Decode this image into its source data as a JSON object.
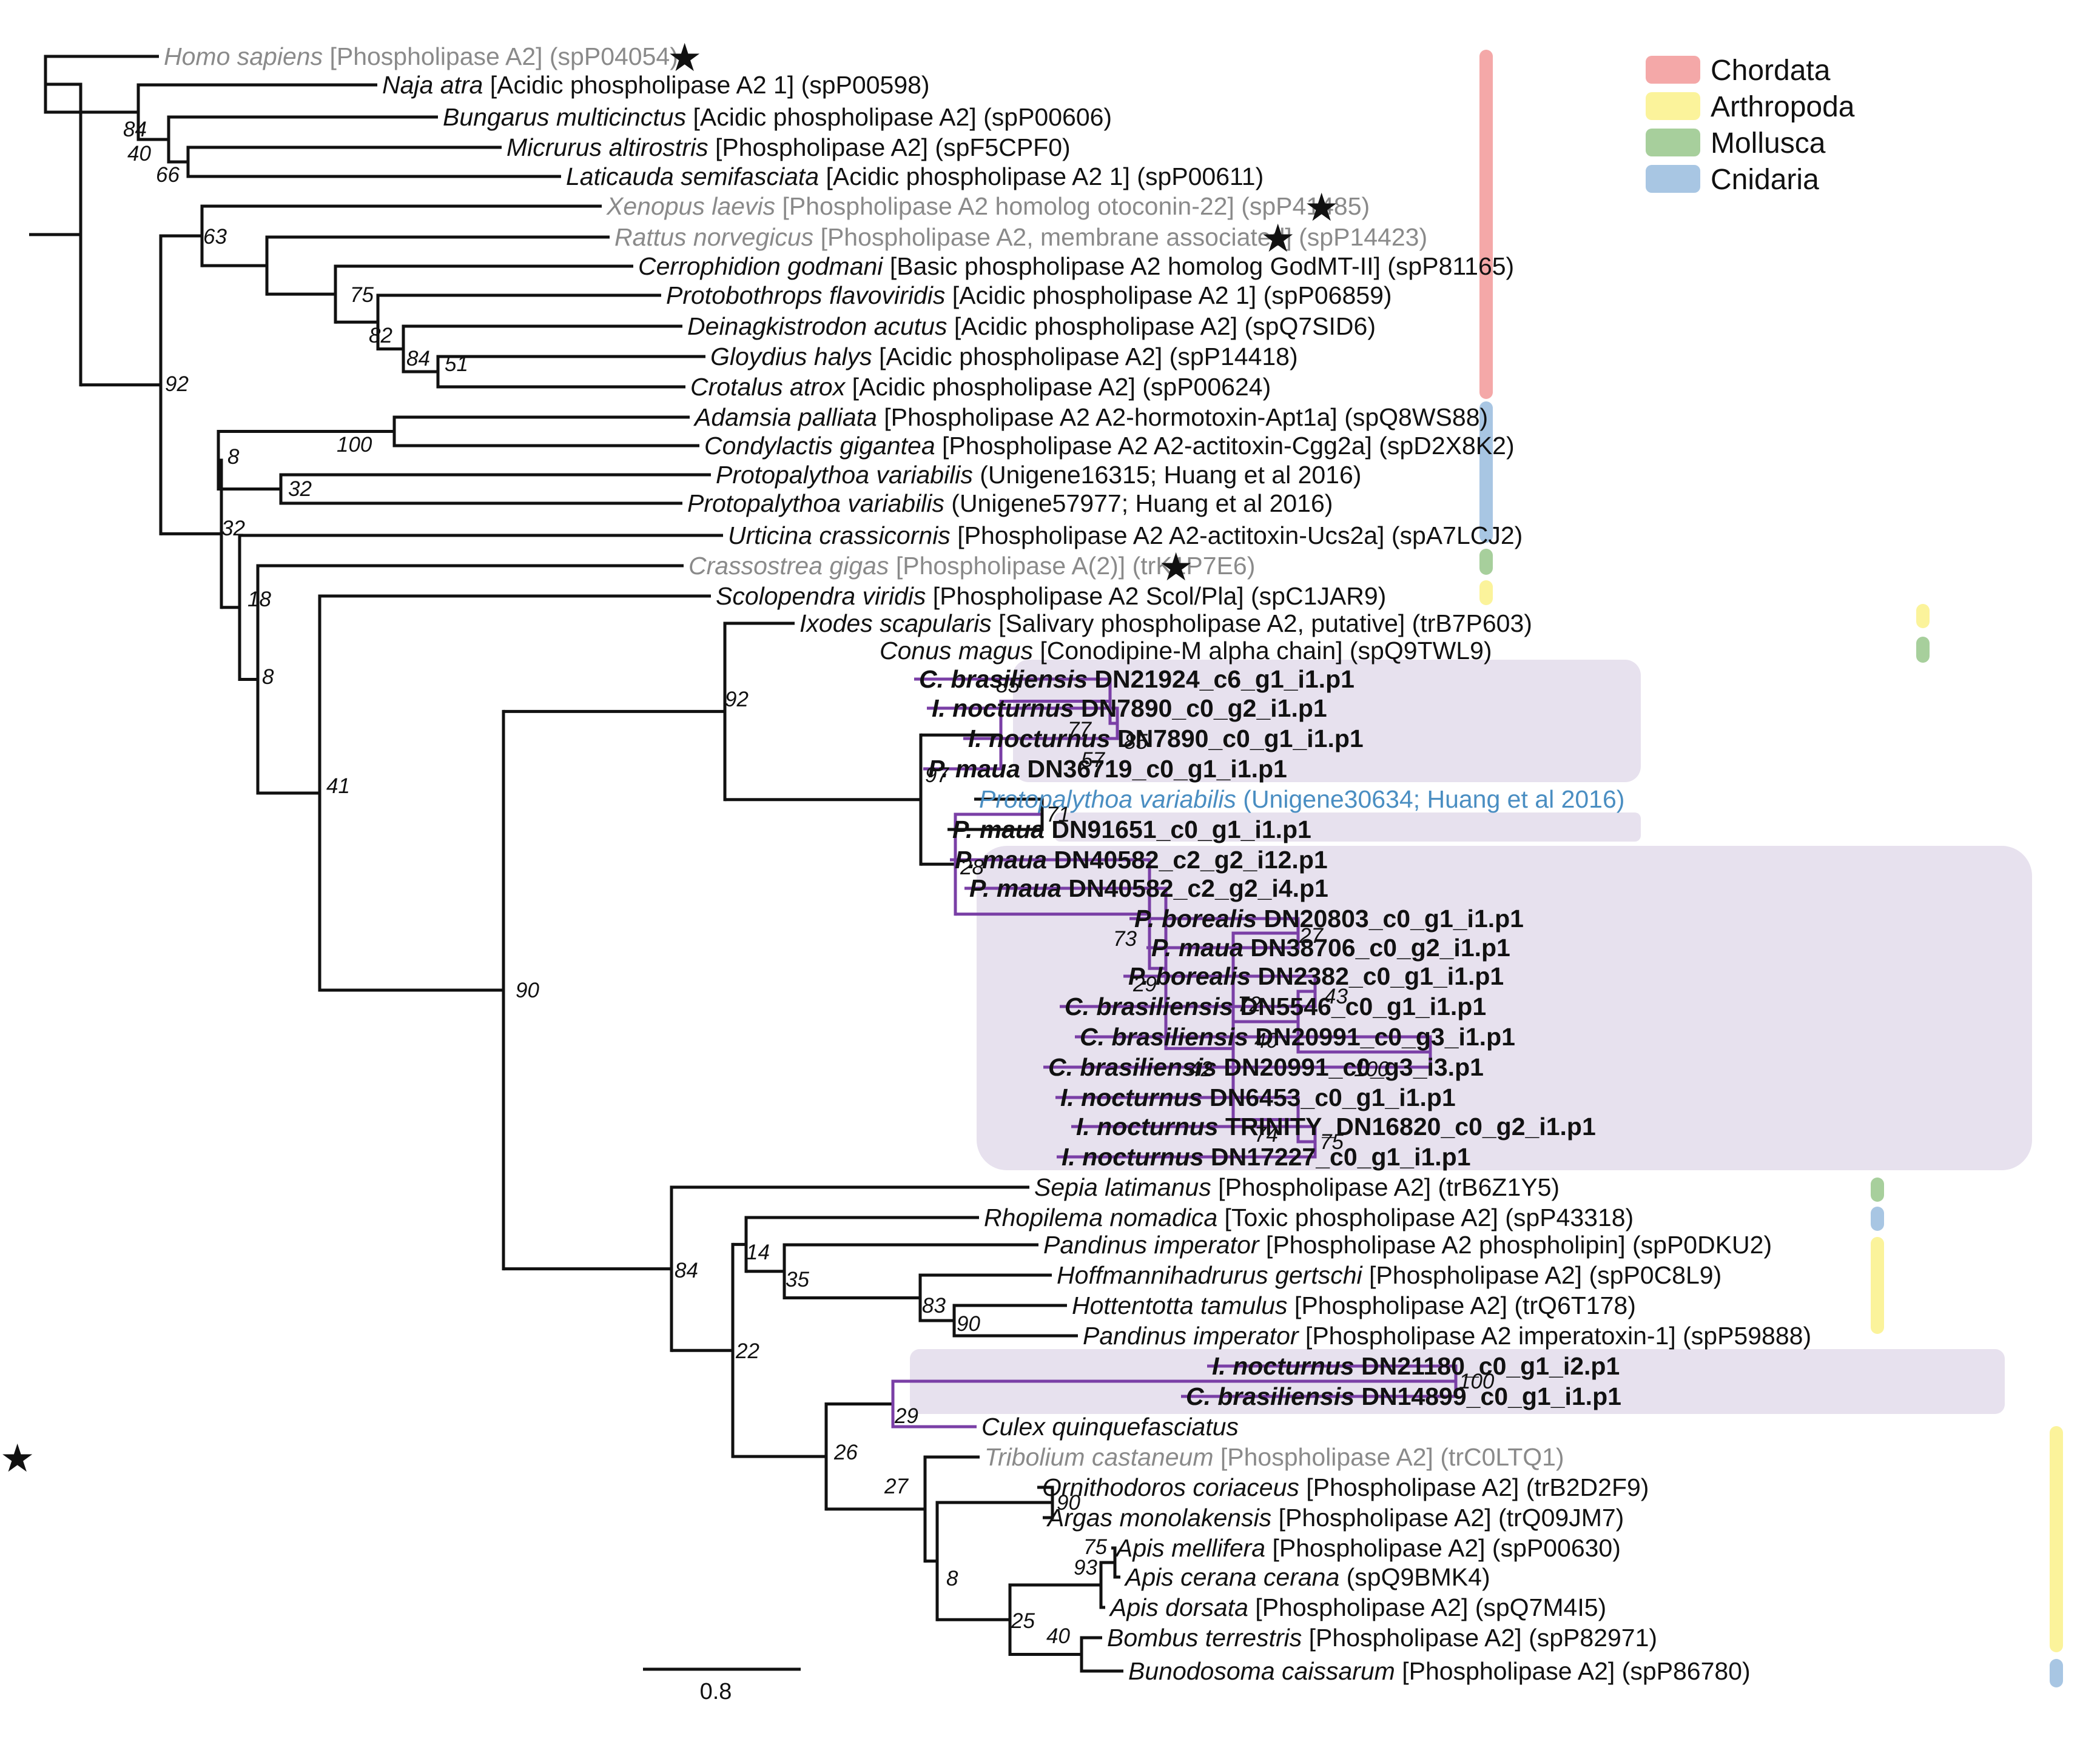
{
  "legend": [
    {
      "name": "Chordata",
      "color": "#f4a8a8"
    },
    {
      "name": "Arthropoda",
      "color": "#fbf39b"
    },
    {
      "name": "Mollusca",
      "color": "#a7cf9c"
    },
    {
      "name": "Cnidaria",
      "color": "#a8c6e3"
    }
  ],
  "colors": {
    "branch": "#111111",
    "highlight_branch": "#7a3fa6",
    "highlight_box": "#e7e1ee",
    "gray_text": "#8a8a8a",
    "blue_text": "#4a8ec2"
  },
  "scale_bar": {
    "label": "0.8"
  },
  "star_symbol": "★",
  "leaves": [
    {
      "sp": "Homo sapiens",
      "rest": " [Phospholipase A2] (spP04054)",
      "style": "gray",
      "star": true
    },
    {
      "sp": "Naja atra",
      "rest": " [Acidic phospholipase A2 1] (spP00598)"
    },
    {
      "sp": "Bungarus multicinctus",
      "rest": " [Acidic phospholipase A2] (spP00606)"
    },
    {
      "sp": "Micrurus altirostris",
      "rest": " [Phospholipase A2] (spF5CPF0)"
    },
    {
      "sp": "Laticauda semifasciata",
      "rest": " [Acidic phospholipase A2 1] (spP00611)"
    },
    {
      "sp": "Xenopus laevis",
      "rest": " [Phospholipase A2 homolog otoconin-22] (spP41485)",
      "style": "gray",
      "star": true
    },
    {
      "sp": "Rattus norvegicus",
      "rest": " [Phospholipase A2, membrane associated] (spP14423)",
      "style": "gray",
      "star": true
    },
    {
      "sp": "Cerrophidion godmani",
      "rest": " [Basic phospholipase A2 homolog GodMT-II] (spP81165)"
    },
    {
      "sp": "Protobothrops flavoviridis",
      "rest": " [Acidic phospholipase A2 1] (spP06859)"
    },
    {
      "sp": "Deinagkistrodon acutus",
      "rest": " [Acidic phospholipase A2] (spQ7SID6)"
    },
    {
      "sp": "Gloydius halys",
      "rest": " [Acidic phospholipase A2] (spP14418)"
    },
    {
      "sp": "Crotalus atrox",
      "rest": " [Acidic phospholipase A2] (spP00624)"
    },
    {
      "sp": "Adamsia palliata",
      "rest": " [Phospholipase A2 A2-hormotoxin-Apt1a] (spQ8WS88)"
    },
    {
      "sp": "Condylactis gigantea",
      "rest": " [Phospholipase A2 A2-actitoxin-Cgg2a] (spD2X8K2)"
    },
    {
      "sp": "Protopalythoa variabilis",
      "rest": " (Unigene16315; Huang et al 2016)"
    },
    {
      "sp": "Protopalythoa variabilis",
      "rest": " (Unigene57977; Huang et al 2016)"
    },
    {
      "sp": "Urticina crassicornis",
      "rest": " [Phospholipase A2 A2-actitoxin-Ucs2a] (spA7LCJ2)"
    },
    {
      "sp": "Crassostrea gigas",
      "rest": " [Phospholipase A(2)] (trK1P7E6)",
      "style": "gray",
      "star": true
    },
    {
      "sp": "Scolopendra viridis",
      "rest": " [Phospholipase A2 Scol/Pla] (spC1JAR9)"
    },
    {
      "sp": "Ixodes scapularis",
      "rest": " [Salivary phospholipase A2, putative] (trB7P603)"
    },
    {
      "sp": "Conus magus",
      "rest": " [Conodipine-M alpha chain] (spQ9TWL9)"
    },
    {
      "sp": "C. brasiliensis",
      "rest": " DN21924_c6_g1_i1.p1",
      "style": "bold"
    },
    {
      "sp": "I. nocturnus",
      "rest": " DN7890_c0_g2_i1.p1",
      "style": "bold"
    },
    {
      "sp": "I. nocturnus",
      "rest": " DN7890_c0_g1_i1.p1",
      "style": "bold"
    },
    {
      "sp": "P. maua",
      "rest": " DN36719_c0_g1_i1.p1",
      "style": "bold"
    },
    {
      "sp": "Protopalythoa variabilis",
      "rest": " (Unigene30634; Huang et al 2016)",
      "style": "blue"
    },
    {
      "sp": "P. maua",
      "rest": " DN91651_c0_g1_i1.p1",
      "style": "bold"
    },
    {
      "sp": "P. maua",
      "rest": " DN40582_c2_g2_i12.p1",
      "style": "bold"
    },
    {
      "sp": "P. maua",
      "rest": " DN40582_c2_g2_i4.p1",
      "style": "bold"
    },
    {
      "sp": "P. borealis",
      "rest": " DN20803_c0_g1_i1.p1",
      "style": "bold"
    },
    {
      "sp": "P. maua",
      "rest": " DN38706_c0_g2_i1.p1",
      "style": "bold"
    },
    {
      "sp": "P. borealis",
      "rest": " DN2382_c0_g1_i1.p1",
      "style": "bold"
    },
    {
      "sp": "C. brasiliensis",
      "rest": " DN5546_c0_g1_i1.p1",
      "style": "bold"
    },
    {
      "sp": "C. brasiliensis",
      "rest": " DN20991_c0_g3_i1.p1",
      "style": "bold"
    },
    {
      "sp": "C. brasiliensis",
      "rest": " DN20991_c0_g3_i3.p1",
      "style": "bold"
    },
    {
      "sp": "I. nocturnus",
      "rest": " DN6453_c0_g1_i1.p1",
      "style": "bold"
    },
    {
      "sp": "I. nocturnus",
      "rest": " TRINITY_DN16820_c0_g2_i1.p1",
      "style": "bold"
    },
    {
      "sp": "I. nocturnus",
      "rest": " DN17227_c0_g1_i1.p1",
      "style": "bold"
    },
    {
      "sp": "Sepia latimanus",
      "rest": " [Phospholipase A2] (trB6Z1Y5)"
    },
    {
      "sp": "Rhopilema nomadica",
      "rest": " [Toxic phospholipase A2] (spP43318)"
    },
    {
      "sp": "Pandinus imperator",
      "rest": " [Phospholipase A2 phospholipin] (spP0DKU2)"
    },
    {
      "sp": "Hoffmannihadrurus gertschi",
      "rest": " [Phospholipase A2] (spP0C8L9)"
    },
    {
      "sp": "Hottentotta tamulus",
      "rest": " [Phospholipase A2] (trQ6T178)"
    },
    {
      "sp": "Pandinus imperator",
      "rest": " [Phospholipase A2 imperatoxin-1] (spP59888)"
    },
    {
      "sp": "I. nocturnus",
      "rest": " DN21180_c0_g1_i2.p1",
      "style": "bold"
    },
    {
      "sp": "C. brasiliensis",
      "rest": " DN14899_c0_g1_i1.p1",
      "style": "bold"
    },
    {
      "sp": "Culex quinquefasciatus",
      "rest": ""
    },
    {
      "sp": "Tribolium castaneum",
      "rest": " [Phospholipase A2] (trC0LTQ1)",
      "style": "gray",
      "star": true
    },
    {
      "sp": "Ornithodoros coriaceus",
      "rest": " [Phospholipase A2] (trB2D2F9)"
    },
    {
      "sp": "Argas monolakensis",
      "rest": " [Phospholipase A2] (trQ09JM7)"
    },
    {
      "sp": "Apis mellifera",
      "rest": " [Phospholipase A2] (spP00630)"
    },
    {
      "sp": "Apis cerana cerana",
      "rest": " (spQ9BMK4)"
    },
    {
      "sp": "Apis dorsata",
      "rest": " [Phospholipase A2] (spQ7M4I5)"
    },
    {
      "sp": "Bombus terrestris",
      "rest": " [Phospholipase A2] (spP82971)"
    },
    {
      "sp": "Bunodosoma caissarum",
      "rest": " [Phospholipase A2] (spP86780)"
    }
  ],
  "supports": [
    "84",
    "40",
    "66",
    "63",
    "75",
    "82",
    "84",
    "51",
    "92",
    "100",
    "8",
    "32",
    "32",
    "18",
    "8",
    "41",
    "92",
    "85",
    "77",
    "85",
    "57",
    "97",
    "71",
    "28",
    "73",
    "27",
    "29",
    "72",
    "43",
    "40",
    "100",
    "42",
    "74",
    "75",
    "90",
    "84",
    "14",
    "35",
    "83",
    "90",
    "100",
    "29",
    "22",
    "26",
    "27",
    "90",
    "75",
    "93",
    "8",
    "25",
    "40"
  ]
}
